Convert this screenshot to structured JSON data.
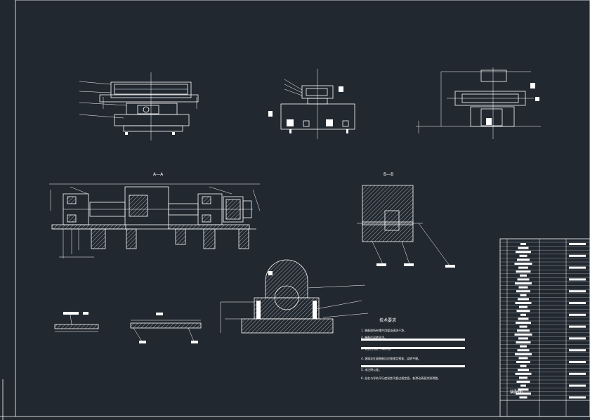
{
  "drawing": {
    "section_a_label": "A—A",
    "section_b_label": "B—B",
    "tech_title": "技术要求",
    "tech_notes": [
      "1. 装配前所有零件用煤油清洗干净。",
      "2. 装配后运转灵活。",
      "3. 装配后各处不得渗油。",
      "4. 滚珠丝杠副装配后应按规定预紧，运转平稳。",
      "5. 未注明公差。",
      "6. 丝杠与导轨平行度误差不超过规定值，各滑动表面涂润滑脂。"
    ]
  },
  "title_block": {
    "drawing_name": "装配图"
  },
  "colors": {
    "background": "#212830",
    "lines": "#ffffff"
  }
}
